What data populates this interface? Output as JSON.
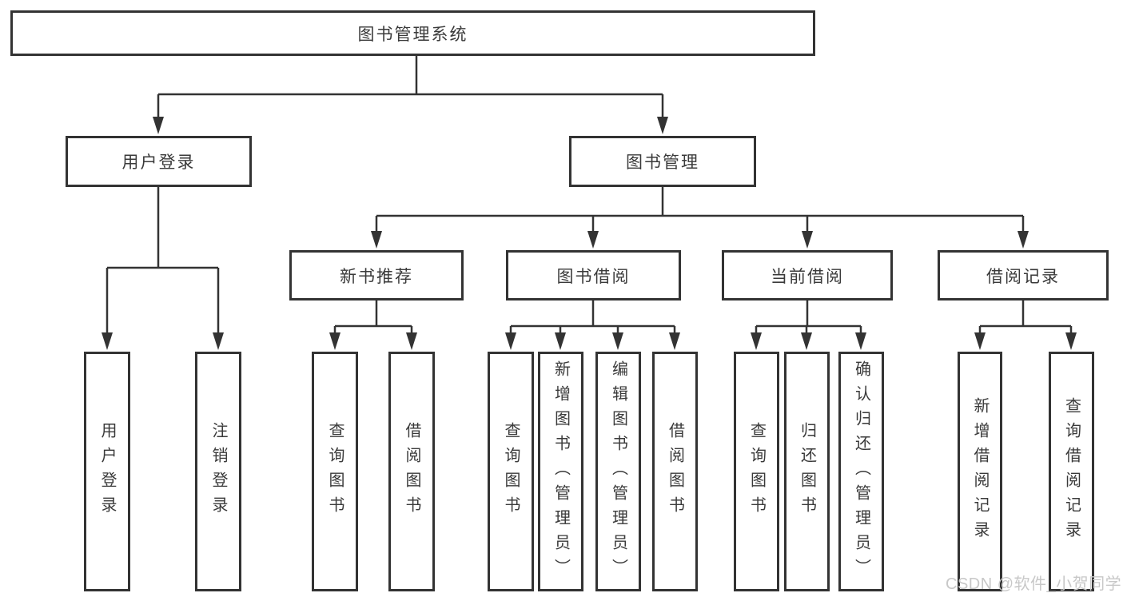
{
  "diagram": {
    "root": {
      "label": "图书管理系统"
    },
    "branches": [
      {
        "id": "user-login",
        "label": "用户登录"
      },
      {
        "id": "book-management",
        "label": "图书管理"
      }
    ],
    "modules": [
      {
        "id": "new-book-recommend",
        "label": "新书推荐"
      },
      {
        "id": "book-borrowing",
        "label": "图书借阅"
      },
      {
        "id": "current-borrowing",
        "label": "当前借阅"
      },
      {
        "id": "borrowing-records",
        "label": "借阅记录"
      }
    ],
    "functions": [
      {
        "id": "user-login",
        "label": "用户登录"
      },
      {
        "id": "logout",
        "label": "注销登录"
      },
      {
        "id": "query-books-recommend",
        "label": "查询图书"
      },
      {
        "id": "borrow-books-recommend",
        "label": "借阅图书"
      },
      {
        "id": "query-books-borrowing",
        "label": "查询图书"
      },
      {
        "id": "add-books-admin",
        "label": "新增图书（管理员）"
      },
      {
        "id": "edit-books-admin",
        "label": "编辑图书（管理员）"
      },
      {
        "id": "borrow-books-borrowing",
        "label": "借阅图书"
      },
      {
        "id": "query-books-current",
        "label": "查询图书"
      },
      {
        "id": "return-books",
        "label": "归还图书"
      },
      {
        "id": "confirm-return-admin",
        "label": "确认归还（管理员）"
      },
      {
        "id": "add-borrow-record",
        "label": "新增借阅记录"
      },
      {
        "id": "query-borrow-record",
        "label": "查询借阅记录"
      }
    ]
  },
  "watermark": {
    "text": "CSDN @软件_小贺同学"
  },
  "colors": {
    "line": "#333333",
    "box_border": "#333333",
    "text": "#3a3a3a",
    "watermark": "#c8c8c8",
    "background": "#ffffff"
  }
}
